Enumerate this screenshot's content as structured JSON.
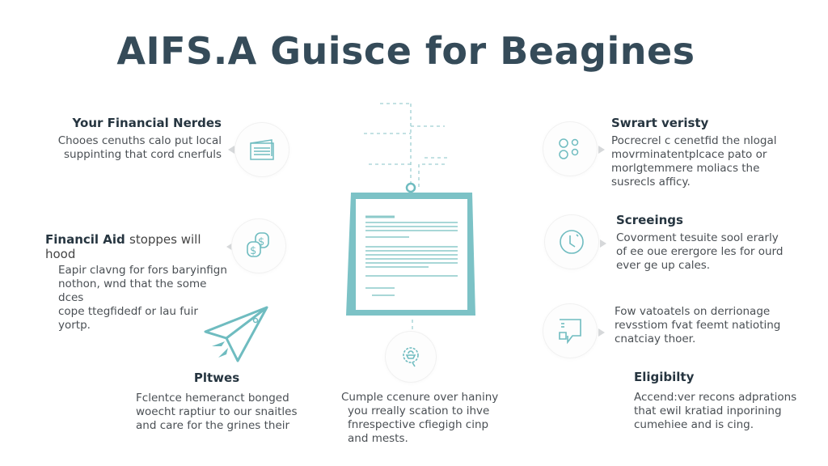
{
  "title": "AIFS.A Guisce for Beagines",
  "colors": {
    "accent": "#6fbcc0",
    "title": "#354b59",
    "heading": "#263540",
    "body": "#4a4f54"
  },
  "sections": {
    "your_financial": {
      "heading": "Your Financial Nerdes",
      "lines": [
        "Chooes cenuths calo put local",
        "suppinting that cord cnerfuls"
      ],
      "icon": "document-card-icon"
    },
    "financial_aid": {
      "heading": "Financil Aid",
      "heading_rest": "stoppes will hood",
      "lines": [
        "Eapir clavng for fors baryinfign",
        "nothon, wnd that the some dces",
        "cope ttegfidedf or lau fuir yortp."
      ],
      "icon": "dollar-coins-icon"
    },
    "pltwes": {
      "heading": "Pltwes",
      "lines": [
        "Fclentce hemeranct bonged",
        "woecht raptiur to our snaitles",
        "and care for the grines their"
      ],
      "icon": "paper-plane-icon"
    },
    "center": {
      "lines": [
        "Cumple ccenure over haniny",
        "you rreally scation to ihve",
        "fnrespective cfiegigh cinp",
        "and mests."
      ],
      "icon": "gear-basket-icon"
    },
    "swrart": {
      "heading": "Swrart veristy",
      "lines": [
        "Pocrecrel c cenetfid the nlogal",
        "movrminatentplcace pato or",
        "morlgtemmere moliacs the",
        "susrecls afficy."
      ],
      "icon": "circles-icon"
    },
    "screeings": {
      "heading": "Screeings",
      "lines": [
        "Covorment tesuite sool erarly",
        "of ee oue erergore les for ourd",
        "ever ge up cales."
      ],
      "icon": "clock-icon"
    },
    "fow": {
      "lines": [
        "Fow vatoatels on derrionage",
        "revsstiom fvat feemt natioting",
        "cnatciay thoer."
      ],
      "icon": "chat-bubble-icon"
    },
    "eligibility": {
      "heading": "Eligibilty",
      "lines": [
        "Accend:ver recons adprations",
        "that ewil kratiad inporining",
        "cumehiee and is cing."
      ]
    }
  }
}
